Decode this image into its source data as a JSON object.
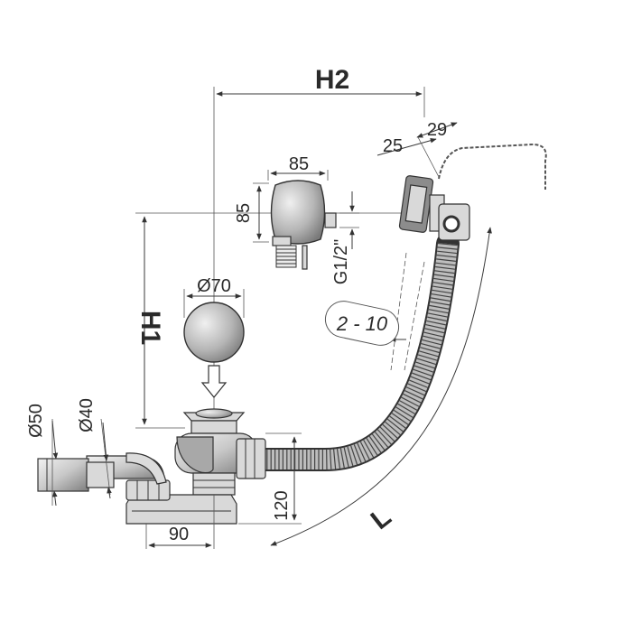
{
  "dimensions": {
    "h2": "H2",
    "h1": "H1",
    "l": "L",
    "d29": "29",
    "d25": "25",
    "d85_top": "85",
    "d85_side": "85",
    "thread": "G1/2\"",
    "range": "2 - 10",
    "d70": "Ø70",
    "d50": "Ø50",
    "d40": "Ø40",
    "d120": "120",
    "d90": "90"
  },
  "colors": {
    "line": "#333333",
    "metal_light": "#e6e6e6",
    "metal_dark": "#8c8c8c"
  }
}
